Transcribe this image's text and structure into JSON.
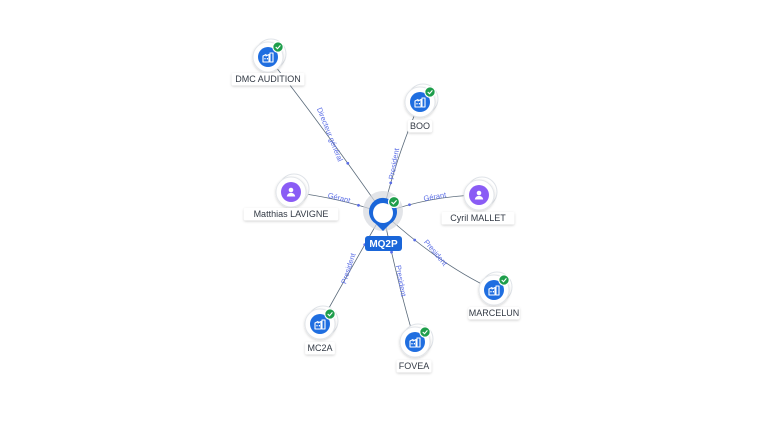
{
  "colors": {
    "company": "#1f6ee0",
    "person": "#8a5cf5",
    "verified": "#1e9e4b",
    "edge": "#5a6a7a",
    "edge_label": "#5b6ee6",
    "center_tag": "#1a66d9"
  },
  "center": {
    "label": "MQ2P",
    "icon": "building-icon",
    "verified": true
  },
  "nodes": [
    {
      "id": "dmc",
      "label": "DMC AUDITION",
      "kind": "company",
      "icon": "building-icon",
      "verified": true,
      "relation": "Directeur général"
    },
    {
      "id": "boo",
      "label": "BOO",
      "kind": "company",
      "icon": "building-icon",
      "verified": true,
      "relation": "President"
    },
    {
      "id": "cyril",
      "label": "Cyril MALLET",
      "kind": "person",
      "icon": "person-icon",
      "verified": false,
      "relation": "Gérant"
    },
    {
      "id": "marcelun",
      "label": "MARCELUN",
      "kind": "company",
      "icon": "building-icon",
      "verified": true,
      "relation": "President"
    },
    {
      "id": "fovea",
      "label": "FOVEA",
      "kind": "company",
      "icon": "building-icon",
      "verified": true,
      "relation": "President"
    },
    {
      "id": "mc2a",
      "label": "MC2A",
      "kind": "company",
      "icon": "building-icon",
      "verified": true,
      "relation": "President"
    },
    {
      "id": "matthias",
      "label": "Matthias LAVIGNE",
      "kind": "person",
      "icon": "person-icon",
      "verified": false,
      "relation": "Gérant"
    }
  ]
}
